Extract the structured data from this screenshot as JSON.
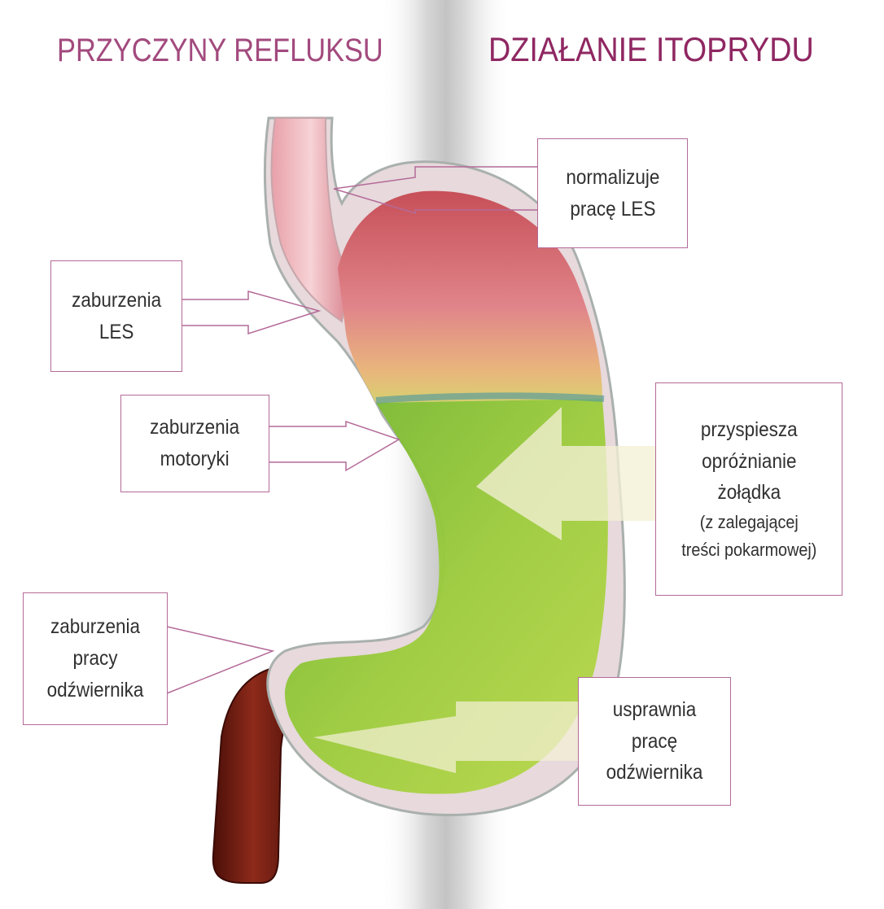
{
  "headings": {
    "left": "PRZYCZYNY REFLUKSU",
    "right": "DZIAŁANIE  ITOPRYDU"
  },
  "causes": {
    "les": [
      "zaburzenia",
      "LES"
    ],
    "motility": [
      "zaburzenia",
      "motoryki"
    ],
    "pylorus": [
      "zaburzenia",
      "pracy",
      "odźwiernika"
    ]
  },
  "effects": {
    "les": [
      "normalizuje",
      "pracę LES"
    ],
    "emptying": [
      "przyspiesza",
      "opróżnianie",
      "żołądka"
    ],
    "emptying_note": [
      "(z zalegającej",
      "treści pokarmowej)"
    ],
    "pylorus": [
      "usprawnia",
      "pracę",
      "odźwiernika"
    ]
  },
  "colors": {
    "heading_left": "#a24a7e",
    "heading_right": "#8f2762",
    "callout_border": "#b46a98",
    "stomach_upper": "#d9737a",
    "stomach_fluid": "#8cc63a",
    "duodenum": "#7a1d12"
  }
}
